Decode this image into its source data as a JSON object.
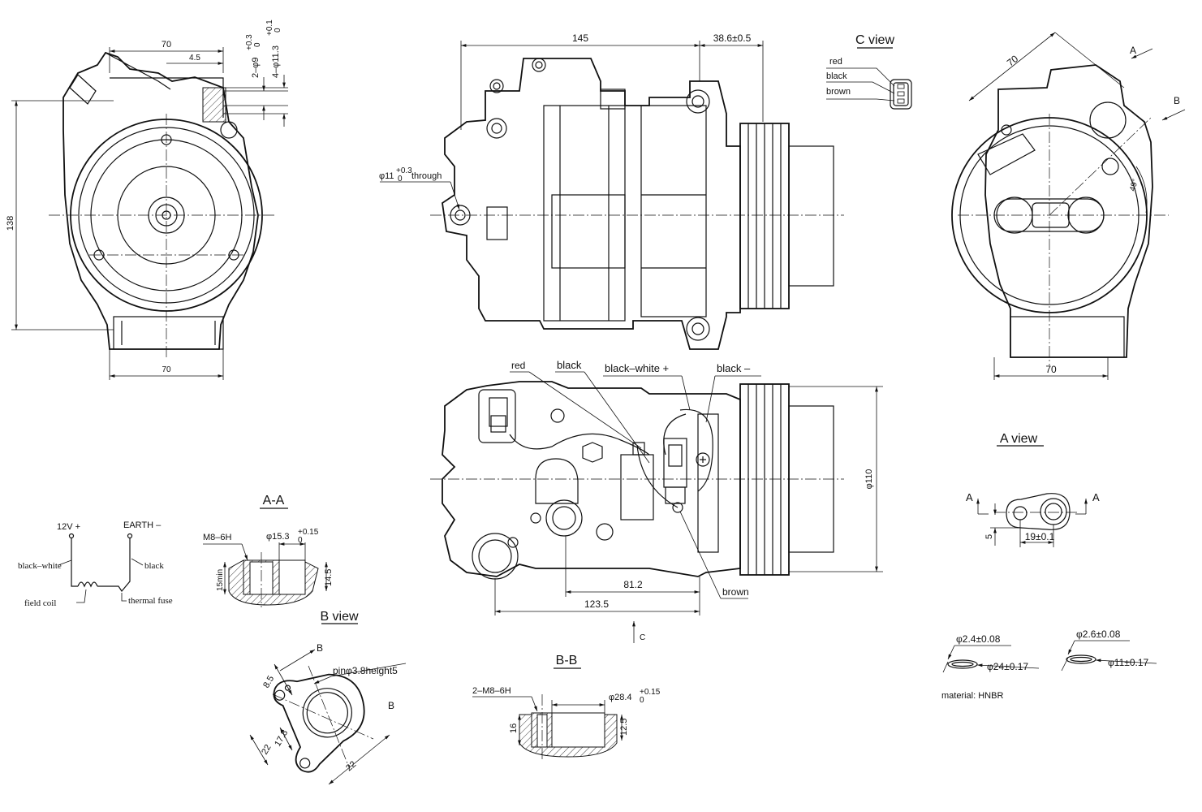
{
  "front_view": {
    "dims": {
      "top_width": "70",
      "offset": "4.5",
      "hole_a": "2–φ9",
      "hole_a_tol": "+0.3",
      "hole_b": "4–φ11.3",
      "hole_b_tol": "+0.1",
      "tol_zero": "0",
      "height": "138",
      "bottom_width": "70"
    }
  },
  "side_view": {
    "dims": {
      "length": "145",
      "pulley_offset": "38.6±0.5",
      "through_hole": "φ11",
      "through_hole_tol": "+0.3",
      "through_hole_suffix": "through",
      "tol_zero": "0"
    }
  },
  "c_view": {
    "title": "C view",
    "wires": [
      "red",
      "black",
      "brown"
    ]
  },
  "right_view": {
    "dims": {
      "top": "70",
      "bottom": "70",
      "angle": "49°"
    },
    "markers": {
      "a": "A",
      "b": "B"
    }
  },
  "bottom_view": {
    "wire_labels": {
      "red": "red",
      "black": "black",
      "black_white": "black–white  +",
      "black_minus": "black  –",
      "brown": "brown"
    },
    "dims": {
      "pulley_dia": "φ110",
      "d1": "81.2",
      "d2": "123.5"
    },
    "arrow_label": "C"
  },
  "a_view": {
    "title": "A view",
    "section_marker": "A",
    "dims": {
      "height": "5",
      "spacing": "19±0.1"
    }
  },
  "section_aa": {
    "title": "A-A",
    "thread": "M8–6H",
    "bore": "φ15.3",
    "bore_tol": "+0.15",
    "tol_zero": "0",
    "depth": "15min",
    "height": "14.5"
  },
  "section_bb": {
    "title": "B-B",
    "thread": "2–M8–6H",
    "bore": "φ28.4",
    "bore_tol": "+0.15",
    "tol_zero": "0",
    "depth": "16",
    "height": "12.5"
  },
  "b_view": {
    "title": "B view",
    "section_marker": "B",
    "pin": "pinφ3.8height5",
    "dims": {
      "a": "8.5",
      "b": "17.8",
      "c": "22",
      "d": "22"
    }
  },
  "wiring": {
    "v12": "12V +",
    "earth": "EARTH –",
    "black_white": "black–white",
    "black": "black",
    "field_coil": "field coil",
    "thermal_fuse": "thermal fuse"
  },
  "orings": {
    "ring1": {
      "cross": "φ2.4±0.08",
      "inner": "φ24±0.17"
    },
    "ring2": {
      "cross": "φ2.6±0.08",
      "inner": "φ11±0.17"
    },
    "material": "material: HNBR"
  }
}
